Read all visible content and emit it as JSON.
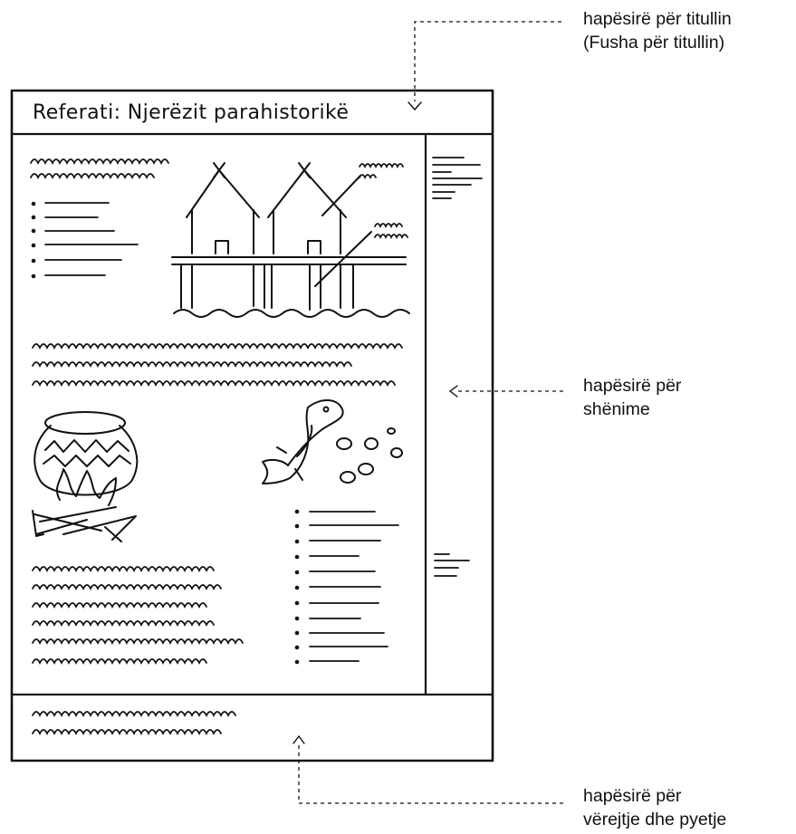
{
  "sheet": {
    "title": "Referati: Njerëzit parahistorikë"
  },
  "callouts": {
    "title_area": {
      "line1": "hapësirë për titullin",
      "line2": "(Fusha për titullin)"
    },
    "notes_area": {
      "line1": "hapësirë për",
      "line2": "shënime"
    },
    "remarks_area": {
      "line1": "hapësirë për",
      "line2": "vërejtje dhe pyetje"
    }
  },
  "colors": {
    "ink": "#111111",
    "paper": "#ffffff"
  }
}
